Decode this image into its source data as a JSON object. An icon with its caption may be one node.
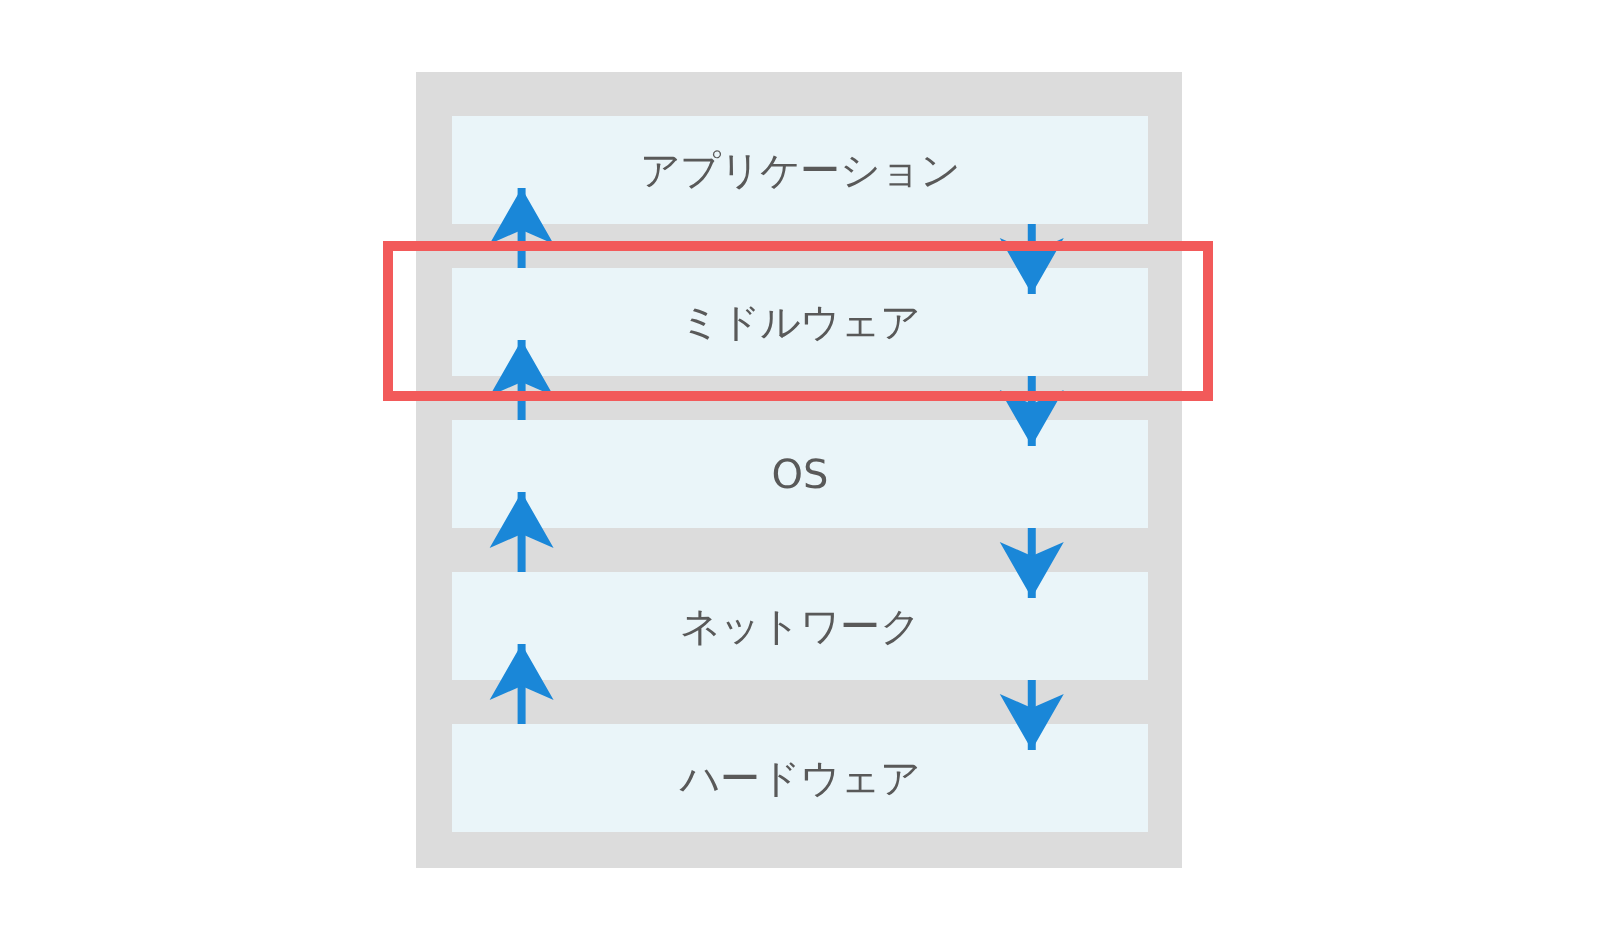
{
  "diagram": {
    "nodes": [
      {
        "text": [],
        "shape": "box"
      },
      {
        "text": [
          "アプリケーション"
        ],
        "in": 0
      },
      {
        "text": [
          "ミドルウェア"
        ],
        "in": 0
      },
      {
        "text": [
          "OS"
        ],
        "in": 0
      },
      {
        "text": [
          "ネットワーク"
        ],
        "in": 0
      },
      {
        "text": [
          "ハードウェア"
        ],
        "in": 0
      }
    ],
    "edges": [
      {
        "from": 2,
        "to": 1,
        "arrow": "to"
      },
      {
        "from": 1,
        "to": 2,
        "arrow": "to"
      },
      {
        "from": 3,
        "to": 2,
        "arrow": "to"
      },
      {
        "from": 2,
        "to": 3,
        "arrow": "to"
      },
      {
        "from": 4,
        "to": 3,
        "arrow": "to"
      },
      {
        "from": 3,
        "to": 4,
        "arrow": "to"
      },
      {
        "from": 5,
        "to": 4,
        "arrow": "to"
      },
      {
        "from": 4,
        "to": 5,
        "arrow": "to"
      }
    ]
  }
}
